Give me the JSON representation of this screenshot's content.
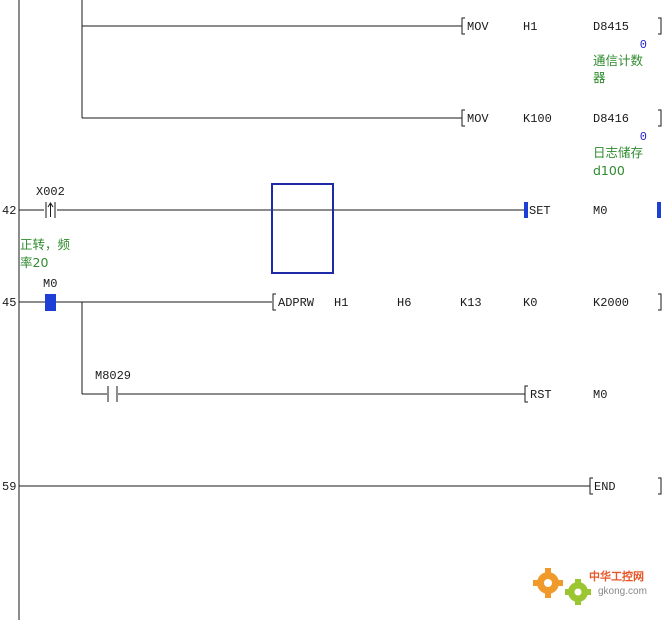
{
  "rungs": [
    {
      "mov1": {
        "op": "MOV",
        "src": "H1",
        "dst": "D8415",
        "value": "0",
        "comment": [
          "通信计数",
          "器"
        ]
      },
      "mov2": {
        "op": "MOV",
        "src": "K100",
        "dst": "D8416",
        "value": "0",
        "comment": [
          "日志储存",
          "d100"
        ]
      }
    },
    {
      "step": "42",
      "contact": {
        "device": "X002",
        "comment": [
          "正转，频",
          "率20"
        ]
      },
      "coil": {
        "op": "SET",
        "device": "M0"
      }
    },
    {
      "step": "45",
      "contact": {
        "device": "M0"
      },
      "instruction": {
        "op": "ADPRW",
        "args": [
          "H1",
          "H6",
          "K13",
          "K0",
          "K2000"
        ]
      },
      "branch_contact": {
        "device": "M8029"
      },
      "branch_coil": {
        "op": "RST",
        "device": "M0"
      }
    },
    {
      "step": "59",
      "end": {
        "op": "END"
      }
    }
  ],
  "watermark": {
    "name": "中华工控网",
    "site": "gkong.com"
  },
  "colors": {
    "wire": "#1a1a1a",
    "comment": "#2e8b2e",
    "value": "#1f1fcc",
    "cursor": "#1f2aa8",
    "selected": "#1e3fd6"
  }
}
